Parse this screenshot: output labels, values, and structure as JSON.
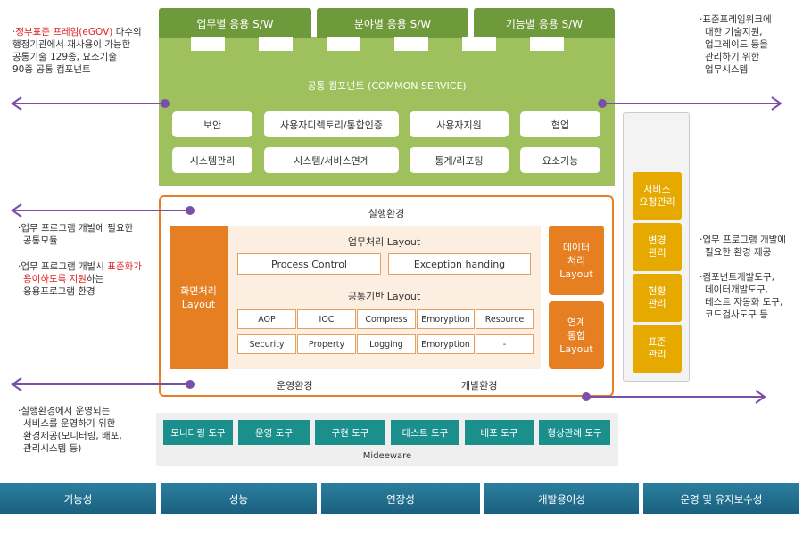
{
  "colors": {
    "green_dark": "#6f9a3c",
    "green_light": "#9ec15d",
    "orange": "#e67e22",
    "orange_light": "#fdeee2",
    "yellow": "#e6a900",
    "teal": "#1a8f8c",
    "blue_bar": "#1a5f7e",
    "arrow": "#7b4fa8",
    "highlight": "#e02020"
  },
  "notes": {
    "top_left": {
      "highlight": "·정부표준 프레임(eGOV)",
      "line1_rest": " 다수의",
      "line2": "행정기관에서 재사용이 가능한",
      "line3": "공통기술 129종, 요소기술",
      "line4": "90종 공통 컴포넌트"
    },
    "mid_left_1": {
      "line1": "·업무 프로그램 개발에 필요한",
      "line2": "공통모듈"
    },
    "mid_left_2": {
      "line1_pre": "·업무 프로그램 개발시 ",
      "line1_hl": "표준화가",
      "line2_hl": "용이하도록 지원",
      "line2_rest": "하는",
      "line3": "응용프로그램 환경"
    },
    "bottom_left": {
      "line1": "·실행환경에서 운영되는",
      "line2": "서비스를 운영하기 위한",
      "line3": "환경제공(모니터링, 배포,",
      "line4": "관리시스템 등)"
    },
    "top_right": {
      "line1": "·표준프레임워크에",
      "line2": "대한 기술지원,",
      "line3": "업그레이드 등을",
      "line4": "관리하기 위한",
      "line5": "업무시스템"
    },
    "mid_right_1": {
      "line1": "·업무 프로그램 개발에",
      "line2": "필요한 환경 제공"
    },
    "mid_right_2": {
      "line1": "·컴포넌트개발도구,",
      "line2": "데이터개발도구,",
      "line3": "테스트 자동화 도구,",
      "line4": "코드검사도구 등"
    }
  },
  "top_tabs": [
    "업무별 응용 S/W",
    "분야별 응용 S/W",
    "기능별 응용 S/W"
  ],
  "common_service": {
    "title": "공통 컴포넌트 (COMMON SERVICE)",
    "row1": [
      "보안",
      "사용자디렉토리/통합인증",
      "사용자지원",
      "협업"
    ],
    "row2": [
      "시스템관리",
      "시스템/서비스연계",
      "통계/리포팅",
      "요소기능"
    ]
  },
  "execution": {
    "title": "실행환경",
    "screen_layout": {
      "line1": "화면처리",
      "line2": "Layout"
    },
    "business_layout": {
      "title": "업무처리 Layout",
      "items": [
        "Process Control",
        "Exception handing"
      ]
    },
    "common_layout": {
      "title": "공통기반 Layout",
      "row1": [
        "AOP",
        "IOC",
        "Compress",
        "Emoryption",
        "Resource"
      ],
      "row2": [
        "Security",
        "Property",
        "Logging",
        "Emoryption",
        "-"
      ]
    },
    "data_layout": {
      "line1": "데이터",
      "line2": "처리",
      "line3": "Layout"
    },
    "integration_layout": {
      "line1": "연계",
      "line2": "통합",
      "line3": "Layout"
    },
    "operation_env": "운영환경",
    "development_env": "개발환경"
  },
  "management": [
    {
      "line1": "서비스",
      "line2": "요청관리"
    },
    {
      "line1": "변경",
      "line2": "관리"
    },
    {
      "line1": "현황",
      "line2": "관리"
    },
    {
      "line1": "표준",
      "line2": "관리"
    }
  ],
  "middleware": {
    "label": "Mideeware",
    "tools": [
      "모니터링 도구",
      "운영 도구",
      "구현 도구",
      "테스트 도구",
      "배포 도구",
      "형상관례 도구"
    ]
  },
  "qualities": [
    "기능성",
    "성능",
    "연장성",
    "개발용이성",
    "운영 및 유지보수성"
  ]
}
